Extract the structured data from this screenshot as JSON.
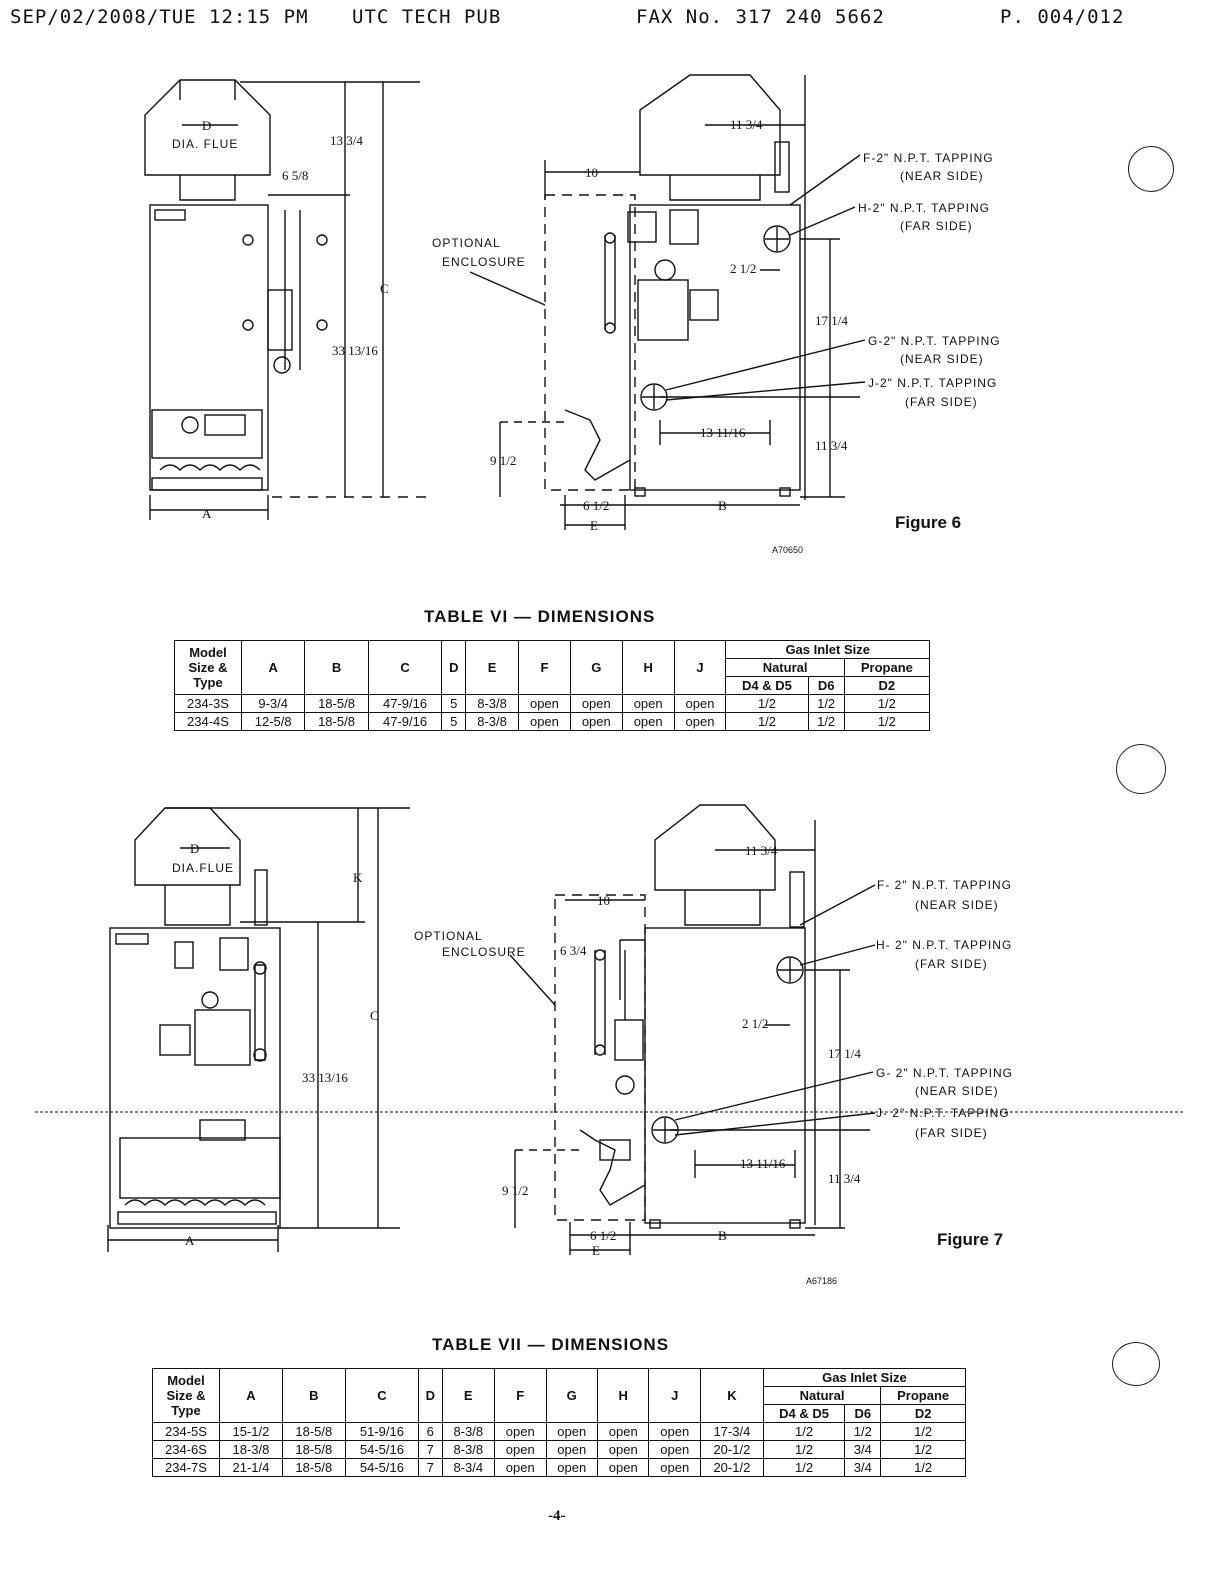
{
  "fax_header": {
    "datetime": "SEP/02/2008/TUE 12:15 PM",
    "sender": "UTC TECH PUB",
    "fax_no": "FAX No. 317 240 5662",
    "page": "P. 004/012"
  },
  "figure6": {
    "caption": "Figure 6",
    "code": "A70650",
    "labels": {
      "dia_flue": "DIA. FLUE",
      "d": "D",
      "a": "A",
      "b": "B",
      "c": "C",
      "e": "E",
      "optional_enclosure_1": "OPTIONAL",
      "optional_enclosure_2": "ENCLOSURE",
      "f_tapping": "F-2\" N.P.T. TAPPING",
      "f_side": "(NEAR SIDE)",
      "h_tapping": "H-2\" N.P.T. TAPPING",
      "h_side": "(FAR SIDE)",
      "g_tapping": "G-2\" N.P.T. TAPPING",
      "g_side": "(NEAR SIDE)",
      "j_tapping": "J-2\" N.P.T. TAPPING",
      "j_side": "(FAR SIDE)",
      "dim_13_3_4": "13 3/4",
      "dim_6_5_8": "6 5/8",
      "dim_33_13_16": "33 13/16",
      "dim_10": "10",
      "dim_11_3_4": "11 3/4",
      "dim_2_1_2": "2 1/2",
      "dim_17_1_4": "17 1/4",
      "dim_13_11_16": "13 11/16",
      "dim_9_1_2": "9 1/2",
      "dim_6_1_2": "6 1/2"
    }
  },
  "table6": {
    "title": "TABLE VI — DIMENSIONS",
    "headers": {
      "model": "Model Size & Type",
      "a": "A",
      "b": "B",
      "c": "C",
      "d": "D",
      "e": "E",
      "f": "F",
      "g": "G",
      "h": "H",
      "j": "J",
      "gas_inlet": "Gas Inlet Size",
      "natural": "Natural",
      "propane": "Propane",
      "d4d5": "D4 & D5",
      "d6": "D6",
      "d2": "D2"
    },
    "rows": [
      [
        "234-3S",
        "9-3/4",
        "18-5/8",
        "47-9/16",
        "5",
        "8-3/8",
        "open",
        "open",
        "open",
        "open",
        "1/2",
        "1/2",
        "1/2"
      ],
      [
        "234-4S",
        "12-5/8",
        "18-5/8",
        "47-9/16",
        "5",
        "8-3/8",
        "open",
        "open",
        "open",
        "open",
        "1/2",
        "1/2",
        "1/2"
      ]
    ]
  },
  "figure7": {
    "caption": "Figure 7",
    "code": "A67186",
    "labels": {
      "dia_flue": "DIA.FLUE",
      "d": "D",
      "a": "A",
      "b": "B",
      "c": "C",
      "e": "E",
      "k": "K",
      "optional_enclosure_1": "OPTIONAL",
      "optional_enclosure_2": "ENCLOSURE",
      "f_tapping": "F- 2\" N.P.T. TAPPING",
      "f_side": "(NEAR SIDE)",
      "h_tapping": "H- 2\" N.P.T. TAPPING",
      "h_side": "(FAR SIDE)",
      "g_tapping": "G- 2\" N.P.T. TAPPING",
      "g_side": "(NEAR SIDE)",
      "j_tapping": "J- 2\" N.P.T. TAPPING",
      "j_side": "(FAR SIDE)",
      "dim_33_13_16": "33 13/16",
      "dim_10": "10",
      "dim_6_3_4": "6 3/4",
      "dim_11_3_4": "11 3/4",
      "dim_2_1_2": "2 1/2",
      "dim_17_1_4": "17 1/4",
      "dim_13_11_16": "13 11/16",
      "dim_9_1_2": "9 1/2",
      "dim_6_1_2": "6 1/2",
      "dim_11_3_4_b": "11 3/4"
    }
  },
  "table7": {
    "title": "TABLE VII — DIMENSIONS",
    "headers": {
      "model": "Model Size & Type",
      "a": "A",
      "b": "B",
      "c": "C",
      "d": "D",
      "e": "E",
      "f": "F",
      "g": "G",
      "h": "H",
      "j": "J",
      "k": "K",
      "gas_inlet": "Gas Inlet Size",
      "natural": "Natural",
      "propane": "Propane",
      "d4d5": "D4 & D5",
      "d6": "D6",
      "d2": "D2"
    },
    "rows": [
      [
        "234-5S",
        "15-1/2",
        "18-5/8",
        "51-9/16",
        "6",
        "8-3/8",
        "open",
        "open",
        "open",
        "open",
        "17-3/4",
        "1/2",
        "1/2",
        "1/2"
      ],
      [
        "234-6S",
        "18-3/8",
        "18-5/8",
        "54-5/16",
        "7",
        "8-3/8",
        "open",
        "open",
        "open",
        "open",
        "20-1/2",
        "1/2",
        "3/4",
        "1/2"
      ],
      [
        "234-7S",
        "21-1/4",
        "18-5/8",
        "54-5/16",
        "7",
        "8-3/4",
        "open",
        "open",
        "open",
        "open",
        "20-1/2",
        "1/2",
        "3/4",
        "1/2"
      ]
    ]
  },
  "page_number": "-4-"
}
